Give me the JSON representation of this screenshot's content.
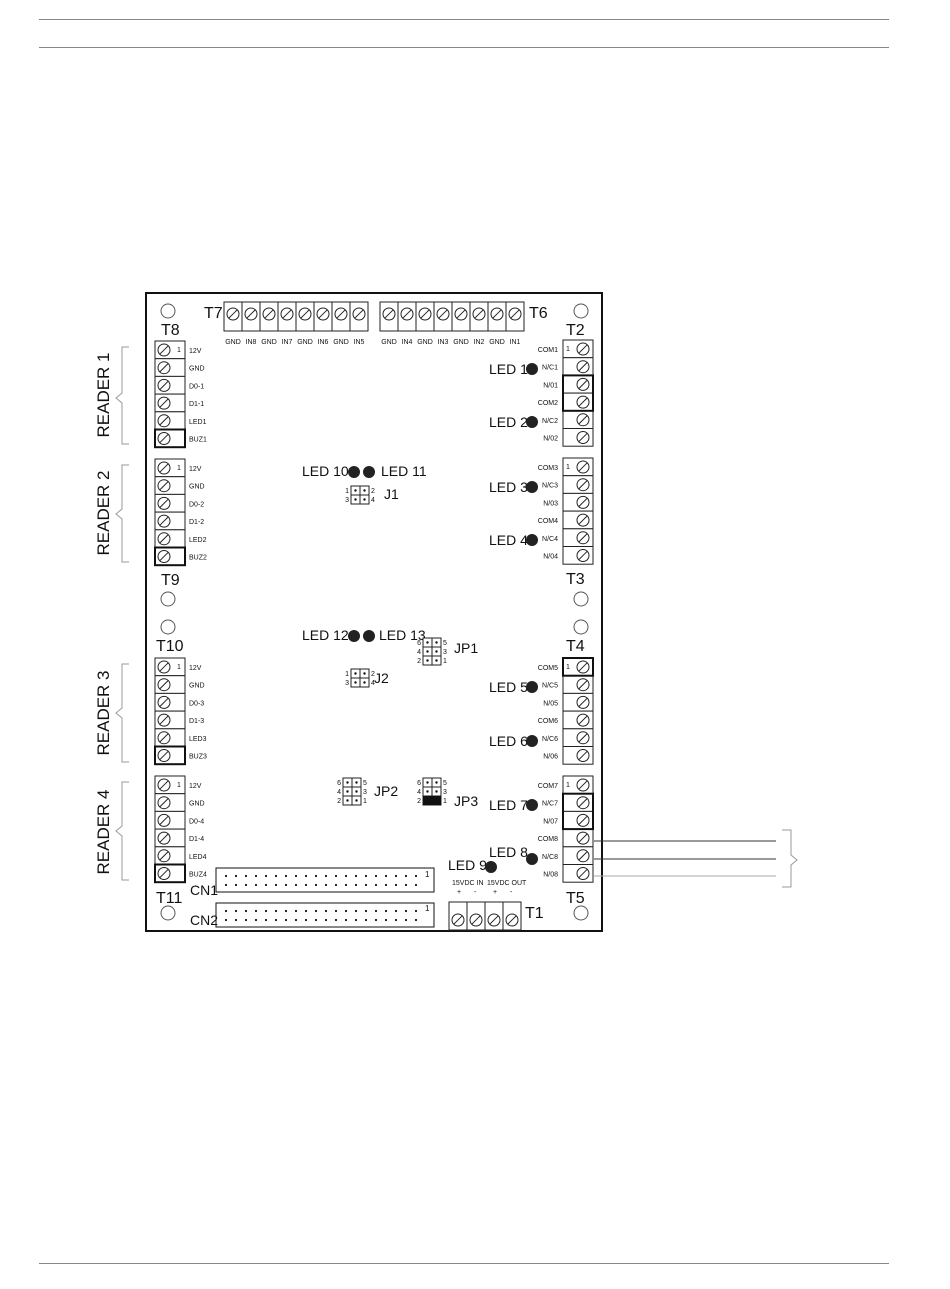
{
  "board": {
    "top_blocks": {
      "t7": {
        "label": "T7",
        "pins": [
          "GND",
          "IN8",
          "GND",
          "IN7",
          "GND",
          "IN6",
          "GND",
          "IN5"
        ]
      },
      "t6": {
        "label": "T6",
        "pins": [
          "GND",
          "IN4",
          "GND",
          "IN3",
          "GND",
          "IN2",
          "GND",
          "IN1"
        ]
      }
    },
    "left_blocks": [
      {
        "label": "T8",
        "pins": [
          "12V",
          "GND",
          "D0-1",
          "D1-1",
          "LED1",
          "BUZ1"
        ]
      },
      {
        "label": "T9",
        "pins": [
          "12V",
          "GND",
          "D0-2",
          "D1-2",
          "LED2",
          "BUZ2"
        ]
      },
      {
        "label": "T10",
        "pins": [
          "12V",
          "GND",
          "D0-3",
          "D1-3",
          "LED3",
          "BUZ3"
        ]
      },
      {
        "label": "T11",
        "pins": [
          "12V",
          "GND",
          "D0-4",
          "D1-4",
          "LED4",
          "BUZ4"
        ]
      }
    ],
    "right_blocks": [
      {
        "label": "T2",
        "pins": [
          "COM1",
          "N/C1",
          "N/01",
          "COM2",
          "N/C2",
          "N/02"
        ]
      },
      {
        "label": "T3",
        "pins": [
          "COM3",
          "N/C3",
          "N/03",
          "COM4",
          "N/C4",
          "N/04"
        ]
      },
      {
        "label": "T4",
        "pins": [
          "COM5",
          "N/C5",
          "N/05",
          "COM6",
          "N/C6",
          "N/06"
        ]
      },
      {
        "label": "T5",
        "pins": [
          "COM7",
          "N/C7",
          "N/07",
          "COM8",
          "N/C8",
          "N/08"
        ]
      }
    ],
    "pin_one_marker": "1",
    "readers": [
      "READER 1",
      "READER 2",
      "READER 3",
      "READER 4"
    ],
    "relay_leds": [
      "LED 1",
      "LED 2",
      "LED 3",
      "LED 4",
      "LED 5",
      "LED 6",
      "LED 7",
      "LED 8"
    ],
    "center_leds": {
      "led10": "LED 10",
      "led11": "LED 11",
      "led12": "LED 12",
      "led13": "LED 13"
    },
    "power_led": "LED 9",
    "headers": {
      "j1": "J1",
      "j2": "J2",
      "jp1": "JP1",
      "jp2": "JP2",
      "jp3": "JP3"
    },
    "header_pin_numbers": {
      "small": [
        "1",
        "2",
        "3",
        "4"
      ],
      "large": [
        "6",
        "5",
        "4",
        "3",
        "2",
        "1"
      ]
    },
    "connectors": {
      "cn1": "CN1",
      "cn2": "CN2",
      "pin_one": "1"
    },
    "power_block": {
      "label": "T1",
      "in_label": "15VDC IN",
      "out_label": "15VDC OUT",
      "polarity": [
        "+",
        "-",
        "+",
        "-"
      ]
    }
  }
}
